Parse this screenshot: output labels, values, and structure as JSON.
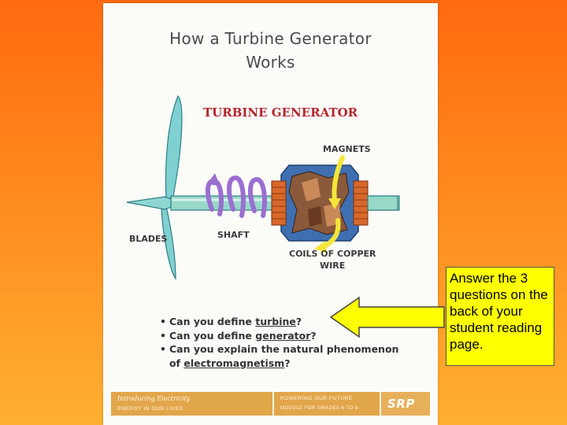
{
  "card": {
    "title_line1": "How a Turbine Generator",
    "title_line2": "Works"
  },
  "diagram": {
    "heading": "TURBINE GENERATOR",
    "labels": {
      "magnets": "MAGNETS",
      "blades": "BLADES",
      "shaft": "SHAFT",
      "coils_line1": "COILS OF COPPER",
      "coils_line2": "WIRE"
    }
  },
  "questions": {
    "q1_prefix": "Can you define ",
    "q1_term": "turbine",
    "q1_suffix": "?",
    "q2_prefix": "Can you define ",
    "q2_term": "generator",
    "q2_suffix": "?",
    "q3_line1": "Can you explain the natural phenomenon",
    "q3_prefix": "of ",
    "q3_term": "electromagnetism",
    "q3_suffix": "?"
  },
  "footer": {
    "introducing": "Introducing Electricity",
    "energy": "ENERGY IN OUR LIVES",
    "powering": "POWERING OUR FUTURE",
    "module": "MODULE FOR GRADES 6 TO 8",
    "logo": "SRP"
  },
  "note": {
    "text": "Answer the 3 questions on the back of your student reading page."
  },
  "colors": {
    "background": "#ff7a18",
    "note_fill": "#ffff00",
    "arrow_fill": "#ffff00",
    "heading": "#b3262c",
    "blade": "#7fd0d0",
    "generator_housing": "#3f6fb0",
    "coil": "#d9682a",
    "field_arrow_purple": "#9a6fd0",
    "field_arrow_yellow": "#f4e63a"
  }
}
